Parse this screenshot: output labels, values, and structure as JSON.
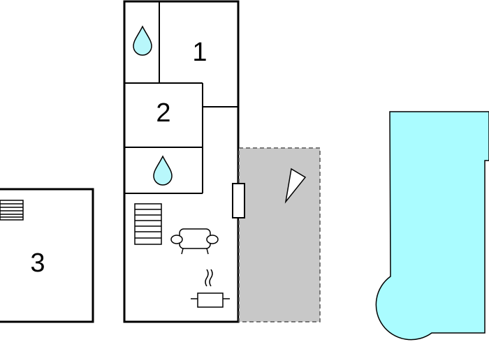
{
  "rooms": {
    "room_1": {
      "label": "1"
    },
    "room_2": {
      "label": "2"
    },
    "room_3": {
      "label": "3"
    }
  },
  "icons": {
    "bathroom_upper": "water-drop-icon",
    "bathroom_lower": "water-drop-icon",
    "stairs_main": "stairs-icon",
    "stairs_annex": "stairs-icon",
    "living": "sofa-icon",
    "kitchen": "cooking-pot-icon",
    "terrace": "sun-lounger-icon"
  },
  "colors": {
    "wall": "#000000",
    "water": "#b8f7fb",
    "pool": "#aafcff",
    "terrace": "#c8c8c8",
    "terrace_border": "#555555"
  }
}
